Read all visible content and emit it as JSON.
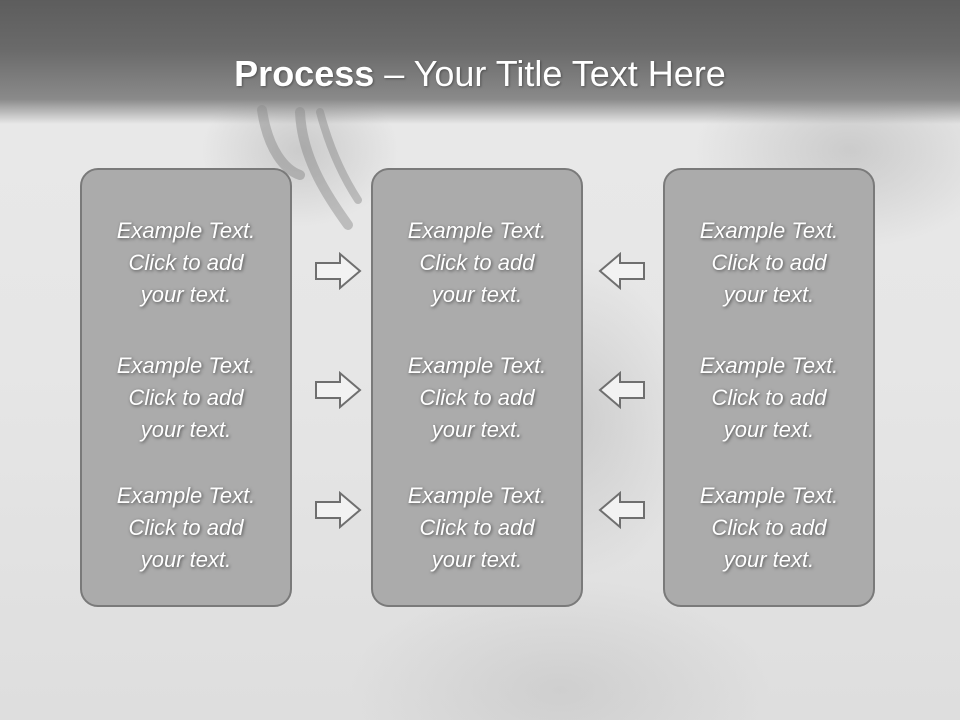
{
  "slide": {
    "title_bold": "Process",
    "title_rest": " – Your Title Text Here"
  },
  "columns": [
    {
      "items": [
        {
          "line1": "Example Text.",
          "line2": "Click  to add",
          "line3": "your text."
        },
        {
          "line1": "Example Text.",
          "line2": "Click  to add",
          "line3": "your text."
        },
        {
          "line1": "Example Text.",
          "line2": "Click  to add",
          "line3": "your text."
        }
      ]
    },
    {
      "items": [
        {
          "line1": "Example Text.",
          "line2": "Click  to add",
          "line3": "your text."
        },
        {
          "line1": "Example Text.",
          "line2": "Click  to add",
          "line3": "your text."
        },
        {
          "line1": "Example Text.",
          "line2": "Click  to add",
          "line3": "your text."
        }
      ]
    },
    {
      "items": [
        {
          "line1": "Example Text.",
          "line2": "Click  to add",
          "line3": "your text."
        },
        {
          "line1": "Example Text.",
          "line2": "Click  to add",
          "line3": "your text."
        },
        {
          "line1": "Example Text.",
          "line2": "Click  to add",
          "line3": "your text."
        }
      ]
    }
  ],
  "arrows": {
    "left_to_center": "arrow-right-icon",
    "right_to_center": "arrow-left-icon"
  },
  "colors": {
    "header_band": "#5d5d5d",
    "box_fill": "#ababab",
    "box_border": "#7a7a7a",
    "arrow_fill": "#f2f2f2",
    "arrow_stroke": "#6f6f6f",
    "text": "#ffffff"
  }
}
